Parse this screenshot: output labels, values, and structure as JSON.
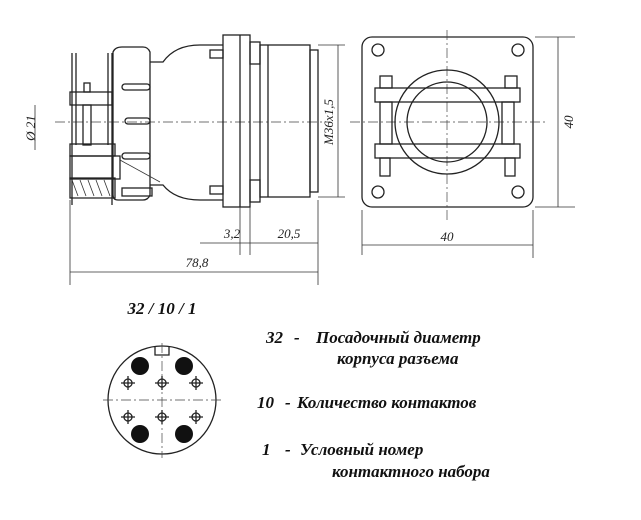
{
  "drawing": {
    "dimensions": {
      "diameter_cable": "Ø 21",
      "thread": "M36x1,5",
      "flange_thickness": "3,2",
      "body_length": "20,5",
      "total_length": "78,8",
      "square_width": "40",
      "square_height": "40"
    },
    "designation": "32 / 10 / 1",
    "legend": [
      {
        "code": "32",
        "line1": "Посадочный диаметр",
        "line2": "корпуса разъема"
      },
      {
        "code": "10",
        "line1": "Количество контактов",
        "line2": ""
      },
      {
        "code": "1",
        "line1": "Условный номер",
        "line2": "контактного набора"
      }
    ]
  }
}
